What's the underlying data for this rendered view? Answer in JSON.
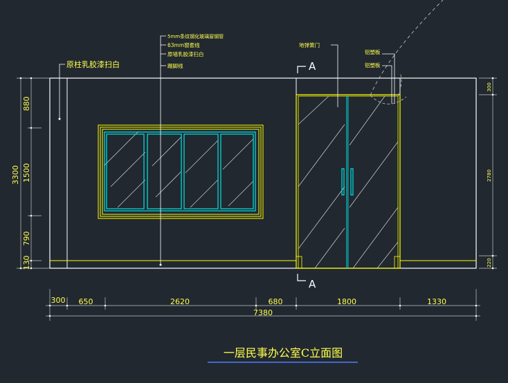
{
  "title": "一层民事办公室C立面图",
  "annotations": {
    "left_column": "原柱乳胶漆扫白",
    "window_notes": [
      "5mm条纹钢化玻璃窗钢管",
      "63mm窗套线",
      "原墙乳胶漆扫白",
      "踢脚线"
    ],
    "door_note": "地弹簧门",
    "hardware_notes": [
      "铝塑板",
      "铝塑板"
    ],
    "section_mark": "A"
  },
  "dimensions": {
    "left_vertical": [
      "880",
      "1500",
      "790",
      "130"
    ],
    "left_total": "3300",
    "right_vertical": [
      "300",
      "2780",
      "220"
    ],
    "bottom": [
      "300",
      "650",
      "2620",
      "680",
      "1800",
      "1330"
    ],
    "bottom_total": "7380"
  },
  "colors": {
    "background": "#212830",
    "outline": "#ffffff",
    "yellow": "#ffff00",
    "cyan": "#00e5e5",
    "hatch": "#c8c8c8"
  }
}
